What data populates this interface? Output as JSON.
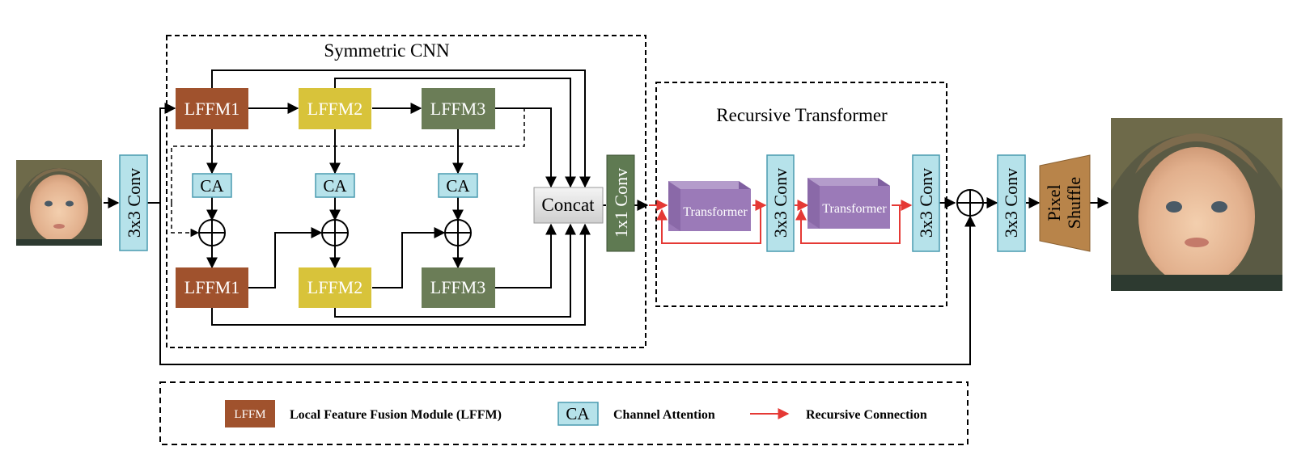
{
  "cnn_group": {
    "title": "Symmetric CNN"
  },
  "transformer_group": {
    "title": "Recursive Transformer"
  },
  "input": {
    "conv_label": "3x3 Conv"
  },
  "top_row": [
    {
      "label": "LFFM1",
      "color": "#a0522d"
    },
    {
      "label": "LFFM2",
      "color": "#d8c33a"
    },
    {
      "label": "LFFM3",
      "color": "#6b7d57"
    }
  ],
  "bottom_row": [
    {
      "label": "LFFM1",
      "color": "#a0522d"
    },
    {
      "label": "LFFM2",
      "color": "#d8c33a"
    },
    {
      "label": "LFFM3",
      "color": "#6b7d57"
    }
  ],
  "ca_label": "CA",
  "concat": {
    "label": "Concat"
  },
  "conv1x1": {
    "label": "1x1 Conv",
    "color": "#5f7a52"
  },
  "transformer_label": "Transformer",
  "transformer_convs": [
    "3x3 Conv",
    "3x3 Conv"
  ],
  "tail": {
    "conv_label": "3x3 Conv",
    "shuffle_label": [
      "Pixel",
      "Shuffle"
    ],
    "shuffle_color": "#b8844a"
  },
  "legend": {
    "lffm_chip": "LFFM",
    "lffm_text": "Local Feature Fusion Module (LFFM)",
    "ca_chip": "CA",
    "ca_text": "Channel Attention",
    "recursive_text": "Recursive Connection"
  },
  "colors": {
    "ca_fill": "#b6e2ea",
    "ca_stroke": "#4a9bb0",
    "transformer_fill": "#9b7ab8",
    "recursive_arrow": "#e53935"
  }
}
